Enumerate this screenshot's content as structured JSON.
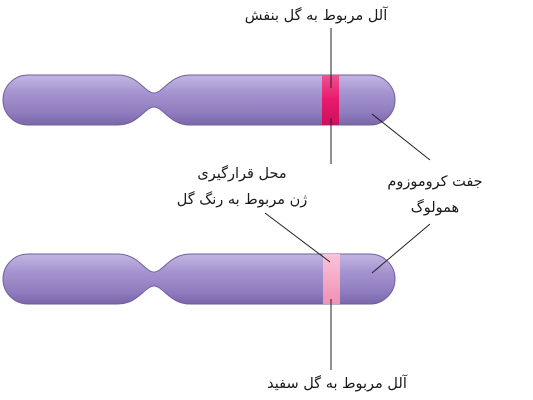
{
  "labels": {
    "top_allele": "آلل مربوط به گل بنفش",
    "locus_line1": "محل قرارگیری",
    "locus_line2": "ژن مربوط به رنگ گل",
    "homolog_line1": "جفت کروموزوم",
    "homolog_line2": "همولوگ",
    "bottom_allele": "آلل مربوط به گل سفید"
  },
  "colors": {
    "chromosome_fill": "#9b8bc6",
    "chromosome_dark": "#7d6aab",
    "chromosome_light": "#c0b3e0",
    "purple_allele_band": "#e8196b",
    "purple_allele_band_dark": "#c8105a",
    "white_allele_band": "#f6a9c6",
    "leader_line": "#222222"
  },
  "icons": [
    "chromosome-top",
    "chromosome-bottom",
    "purple-allele-band",
    "white-allele-band"
  ]
}
